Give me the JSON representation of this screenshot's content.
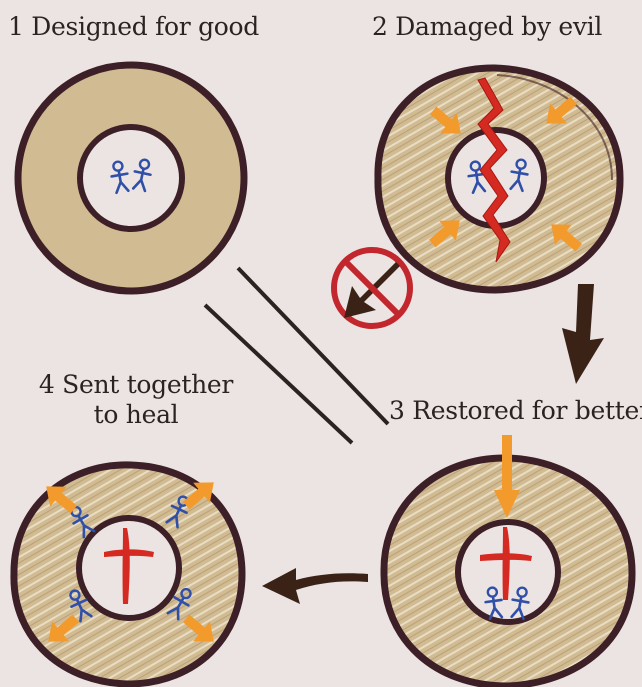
{
  "stages": [
    {
      "number": "1",
      "label": "Designed for good"
    },
    {
      "number": "2",
      "label": "Damaged by evil"
    },
    {
      "number": "3",
      "label": "Restored for better"
    },
    {
      "number": "4",
      "label_line1": "Sent together",
      "label_line2": "to heal"
    }
  ],
  "colors": {
    "background": "#ebe4e3",
    "ring_fill": "#d1bb92",
    "ring_outline": "#3d1f27",
    "people": "#2f4fa8",
    "cross": "#d42a22",
    "lightning": "#d42a22",
    "orange_arrow": "#f39a2c",
    "flow_arrow": "#3a2316",
    "no_sign": "#c1272d"
  },
  "icons": [
    "people-icon",
    "cross-icon",
    "lightning-icon",
    "no-entry-icon",
    "orange-arrow-icon",
    "flow-arrow-icon"
  ]
}
